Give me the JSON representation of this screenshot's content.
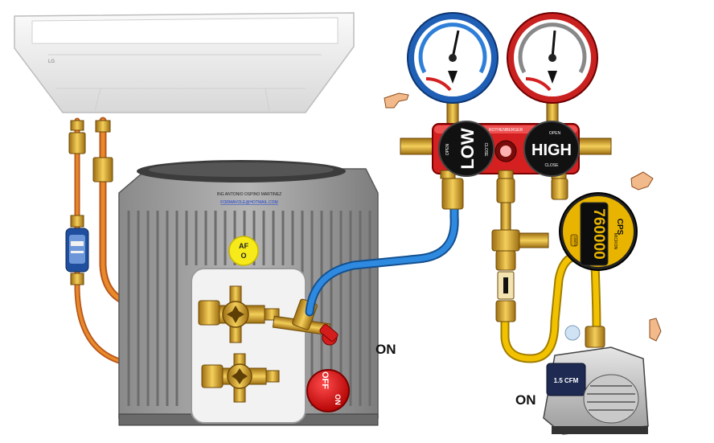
{
  "indoor_unit": {
    "brand": "LG"
  },
  "condenser": {
    "credit_line1": "ING ANTONIO OSPINO MARTINEZ",
    "credit_line2": "FORMAVOLE@HOTMAIL.COM",
    "af_badge_line1": "AF",
    "af_badge_line2": "O",
    "switch_off": "OFF",
    "switch_on": "ON"
  },
  "manifold": {
    "brand": "ROTHENBERGER",
    "low_label": "LOW",
    "high_label": "HIGH",
    "low_open": "OPEN",
    "low_close": "CLOSE",
    "high_open": "OPEN",
    "high_close": "CLOSE"
  },
  "vacuum_gauge": {
    "reading": "760000",
    "brand": "CPS",
    "unit": "MICRON",
    "button": "UNITS"
  },
  "vacuum_pump": {
    "model": "1.5 CFM"
  },
  "labels": {
    "valve_on": "ON",
    "pump_on": "ON"
  },
  "colors": {
    "hose_blue": "#2a7fd0",
    "hose_yellow": "#f2c200",
    "copper": "#e07a1e",
    "manifold_red": "#d42020",
    "brass": "#d9a628"
  }
}
